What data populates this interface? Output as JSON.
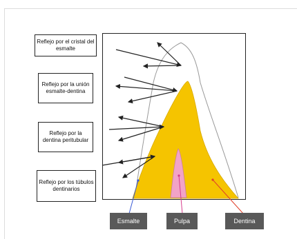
{
  "diagram": {
    "labels": [
      "Reflejo por el cristal del esmalte",
      "Reflejo por la unión esmalte-dentina",
      "Reflejo por la dentina peritubular",
      "Reflejo por los túbulos dentinarios"
    ],
    "tags": {
      "esmalte": "Esmalte",
      "pulpa": "Pulpa",
      "dentina": "Dentina"
    },
    "colors": {
      "dentina": "#f5c400",
      "pulpa": "#f2a3c7",
      "tag_bg": "#595959",
      "arrow": "#222222",
      "pointer_esmalte": "#3a5bd6",
      "pointer_pulpa": "#d63a8a",
      "pointer_dentina": "#e0402a"
    }
  }
}
